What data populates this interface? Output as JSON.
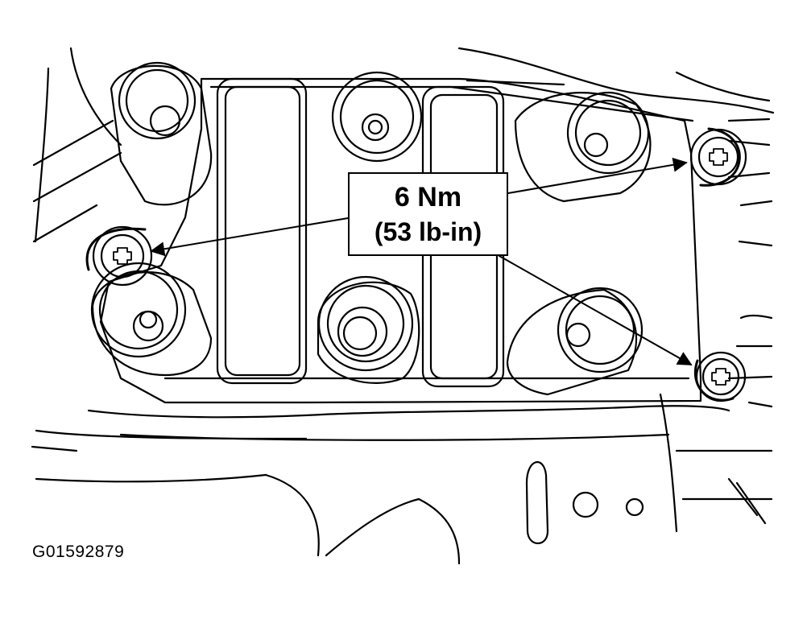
{
  "diagram": {
    "subject": "ignition-coil-pack",
    "callout": {
      "torque_metric": "6 Nm",
      "torque_imperial": "(53 lb-in)"
    },
    "figure_id": "G01592879",
    "line_color": "#000000",
    "background_color": "#ffffff"
  }
}
